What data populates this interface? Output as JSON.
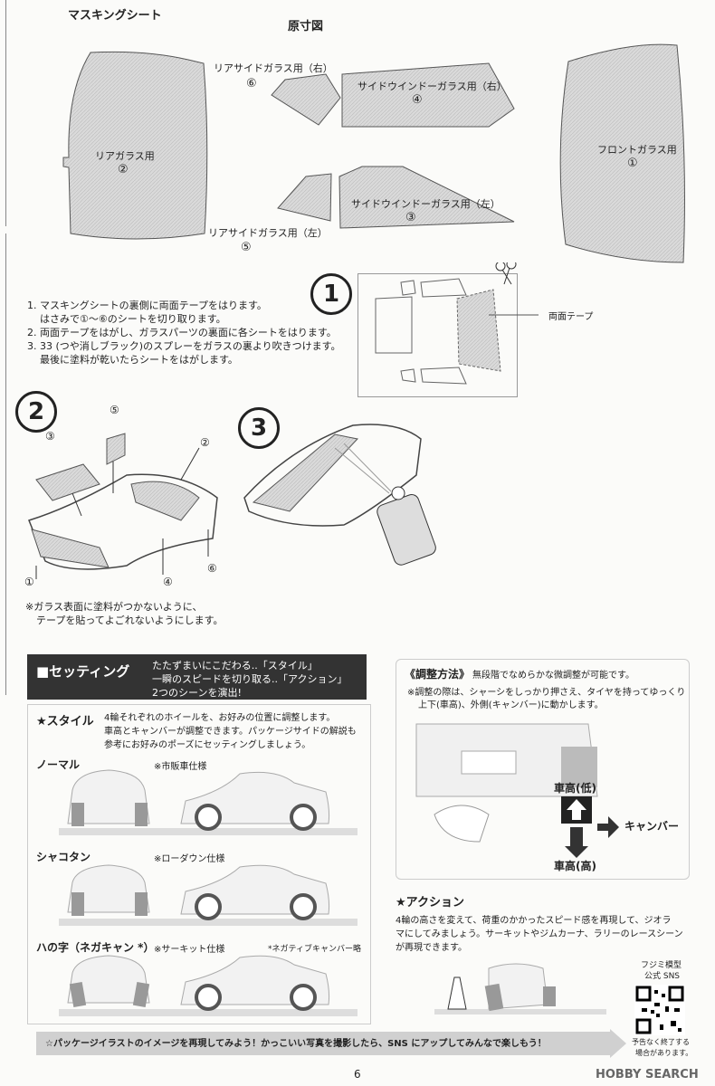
{
  "masking": {
    "title": "マスキングシート",
    "subtitle": "原寸図",
    "pieces": [
      {
        "label": "リアガラス用",
        "num": "②"
      },
      {
        "label": "リアサイドガラス用（右）",
        "num": "⑥"
      },
      {
        "label": "サイドウインドーガラス用（右）",
        "num": "④"
      },
      {
        "label": "リアサイドガラス用（左）",
        "num": "⑤"
      },
      {
        "label": "サイドウインドーガラス用（左）",
        "num": "③"
      },
      {
        "label": "フロントガラス用",
        "num": "①"
      }
    ]
  },
  "steps": {
    "step1_num": "1",
    "step2_num": "2",
    "step3_num": "3",
    "instructions": [
      "1. マスキングシートの裏側に両面テープをはります。",
      "はさみで①～⑥のシートを切り取ります。",
      "2. 両面テープをはがし、ガラスパーツの裏面に各シートをはります。",
      "3. 33 (つや消しブラック)のスプレーをガラスの裏より吹きつけます。",
      "最後に塗料が乾いたらシートをはがします。"
    ],
    "tape_label": "両面テープ",
    "step2_labels": [
      "③",
      "⑤",
      "②",
      "①",
      "④",
      "⑥"
    ],
    "note_lines": [
      "※ガラス表面に塗料がつかないように、",
      "テープを貼ってよごれないようにします。"
    ]
  },
  "setting": {
    "title": "■セッティング",
    "intro": [
      "たたずまいにこだわる..「スタイル」",
      "一瞬のスピードを切り取る..「アクション」",
      "2つのシーンを演出!"
    ],
    "style_title": "★スタイル",
    "style_desc": [
      "4輪それぞれのホイールを、お好みの位置に調整します。",
      "車高とキャンバーが調整できます。パッケージサイドの解説も",
      "参考にお好みのポーズにセッティングしましょう。"
    ],
    "variants": [
      {
        "name": "ノーマル",
        "note": "※市販車仕様",
        "extra": ""
      },
      {
        "name": "シャコタン",
        "note": "※ローダウン仕様",
        "extra": ""
      },
      {
        "name": "ハの字（ネガキャン *）",
        "note": "※サーキット仕様",
        "extra": "*ネガティブキャンバー略"
      }
    ],
    "adjust_title": "《調整方法》",
    "adjust_desc": "無段階でなめらかな微調整が可能です。",
    "adjust_note": [
      "※調整の際は、シャーシをしっかり押さえ、タイヤを持ってゆっくり",
      "上下(車高)、外側(キャンバー)に動かします。"
    ],
    "height_low": "車高(低)",
    "height_high": "車高(高)",
    "camber": "キャンバー",
    "action_title": "★アクション",
    "action_desc": [
      "4輪の高さを変えて、荷重のかかったスピード感を再現して、ジオラ",
      "マにしてみましょう。サーキットやジムカーナ、ラリーのレースシーン",
      "が再現できます。"
    ],
    "sns_label": [
      "フジミ模型",
      "公式 SNS"
    ],
    "sns_note": [
      "予告なく終了する",
      "場合があります。"
    ],
    "banner": "☆パッケージイラストのイメージを再現してみよう！かっこいい写真を撮影したら、SNS にアップしてみんなで楽しもう！"
  },
  "footer": {
    "page": "6",
    "watermark": "HOBBY SEARCH"
  }
}
